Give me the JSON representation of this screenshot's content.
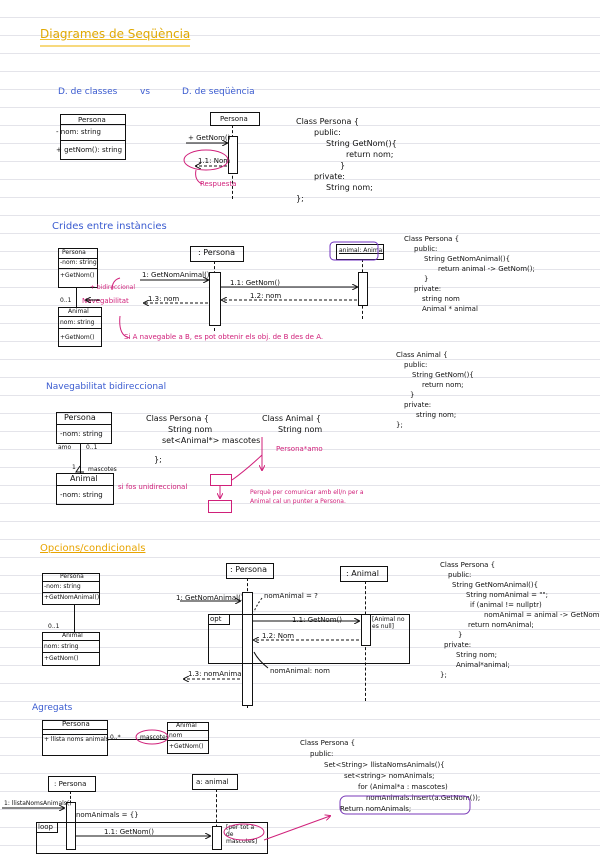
{
  "title": "Diagrames de Seqüència",
  "header": {
    "left": "D. de classes",
    "vs": "vs",
    "right": "D. de seqüència"
  },
  "s1": {
    "class_name": "Persona",
    "attr": "- nom: string",
    "method": "+ getNom(): string",
    "seq_box": "Persona",
    "call": "+ GetNom()",
    "self": "1.1: Nom",
    "note": "Respuesta",
    "code": [
      "Class Persona {",
      "public:",
      "String GetNom(){",
      "return nom;",
      "}",
      "private:",
      "String nom;",
      "};"
    ]
  },
  "s2": {
    "heading": "Crides entre instàncies",
    "c1": "Persona",
    "c1_attr": "-nom: string",
    "c1_m": "+GetNom()",
    "c2": "Animal",
    "c2_attr": "nom: string",
    "c2_m": "+GetNom()",
    "mult": "0..1",
    "role": "+ bidireccional",
    "role2": "Navegabilitat",
    "obj1": ": Persona",
    "obj2": "animal: Animal",
    "m1": "1: GetNomAnimal()",
    "m2": "1.1: GetNom()",
    "m3": "1.2: nom",
    "m4": "1.3: nom",
    "note": "Si A navegable a B, es pot obtenir els obj. de B des de A.",
    "code1": [
      "Class Persona {",
      "public:",
      "String GetNomAnimal(){",
      "return animal -> GetNom();",
      "}",
      "private:",
      "string nom",
      "Animal * animal"
    ],
    "code2": [
      "Class Animal {",
      "public:",
      "String GetNom(){",
      "return nom;",
      "}",
      "private:",
      "string nom;",
      "};"
    ]
  },
  "s3": {
    "heading": "Navegabilitat bidireccional",
    "c1": "Persona",
    "c1_attr": "-nom: string",
    "c2": "Animal",
    "c2_attr": "-nom: string",
    "m1": "amo",
    "m2": "0..1",
    "m3": "1",
    "m4": "mascotes",
    "note1": "si fos unidireccional",
    "code1": [
      "Class Persona {",
      "String nom",
      "set<Animal*> mascotes"
    ],
    "code2": [
      "Class Animal {",
      "String nom"
    ],
    "ptr": "Persona*amo",
    "note2": "Perquè per comunicar amb ell/n per a Animal cal un punter a Persona."
  },
  "s4": {
    "heading": "Opcions/condicionals",
    "c1": "Persona",
    "c1_attr": "-nom: string",
    "c1_m": "+GetNomAnimal()",
    "c2": "Animal",
    "c2_attr": "nom: string",
    "c2_m": "+GetNom()",
    "mult": "0..1",
    "obj1": ": Persona",
    "obj2": ": Animal",
    "m1": "1: GetNomAnimal()",
    "m_init": "nomAnimal = ?",
    "opt": "opt",
    "m2": "1.1: GetNom()",
    "m3": "1.2: Nom",
    "guard": "[Animal no es null]",
    "assign": "nomAnimal: nom",
    "m4": "1.3: nomAnimal",
    "code": [
      "Class Persona {",
      "public:",
      "String GetNomAnimal(){",
      "String nomAnimal = \"\";",
      "if (animal != nullptr)",
      "nomAnimal = animal -> GetNom();",
      "return nomAnimal;",
      "}",
      "private:",
      "String nom;",
      "Animal*animal;",
      "};"
    ]
  },
  "s5": {
    "heading": "Agregats",
    "c1": "Persona",
    "c1_m": "+ llista noms animals",
    "mult": "0..*",
    "role": "mascotes",
    "c2": "Animal",
    "c2_attr": "nom",
    "c2_m": "+GetNom()",
    "code": [
      "Class Persona {",
      "public:",
      "Set<String> llistaNomsAnimals(){",
      "set<string> nomAnimals;",
      "for (Animal*a : mascotes)",
      "nomAnimals.insert(a.GetNom());",
      "Return nomAnimals;"
    ],
    "obj1": ": Persona",
    "obj2": "a: animal",
    "m1": "1: llistaNomsAnimals()",
    "m_init": "nomAnimals = {}",
    "loop": "loop",
    "m2": "1.1: GetNom()",
    "guard": "[per tot a de mascotes]"
  }
}
